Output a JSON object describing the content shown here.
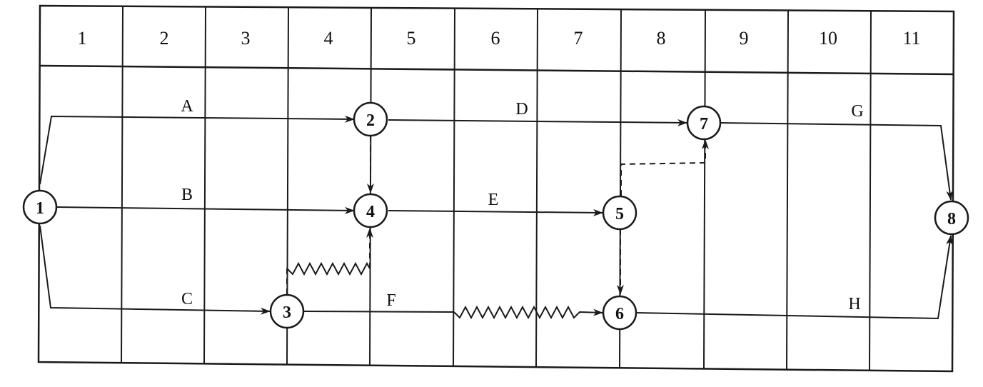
{
  "colors": {
    "ink": "#1a1a1a",
    "background": "#ffffff"
  },
  "columns": [
    "1",
    "2",
    "3",
    "4",
    "5",
    "6",
    "7",
    "8",
    "9",
    "10",
    "11"
  ],
  "nodes": [
    {
      "id": "1",
      "label": "1"
    },
    {
      "id": "2",
      "label": "2"
    },
    {
      "id": "3",
      "label": "3"
    },
    {
      "id": "4",
      "label": "4"
    },
    {
      "id": "5",
      "label": "5"
    },
    {
      "id": "6",
      "label": "6"
    },
    {
      "id": "7",
      "label": "7"
    },
    {
      "id": "8",
      "label": "8"
    }
  ],
  "activities": [
    {
      "label": "A",
      "from": "1",
      "to": "2"
    },
    {
      "label": "B",
      "from": "1",
      "to": "4"
    },
    {
      "label": "C",
      "from": "1",
      "to": "3"
    },
    {
      "label": "D",
      "from": "2",
      "to": "7"
    },
    {
      "label": "E",
      "from": "4",
      "to": "5"
    },
    {
      "label": "F",
      "from": "3",
      "to": "6"
    },
    {
      "label": "G",
      "from": "7",
      "to": "8"
    },
    {
      "label": "H",
      "from": "6",
      "to": "8"
    }
  ],
  "dummy_activities": [
    {
      "from": "2",
      "to": "4"
    },
    {
      "from": "3",
      "to": "4"
    },
    {
      "from": "5",
      "to": "7"
    },
    {
      "from": "5",
      "to": "6"
    }
  ]
}
